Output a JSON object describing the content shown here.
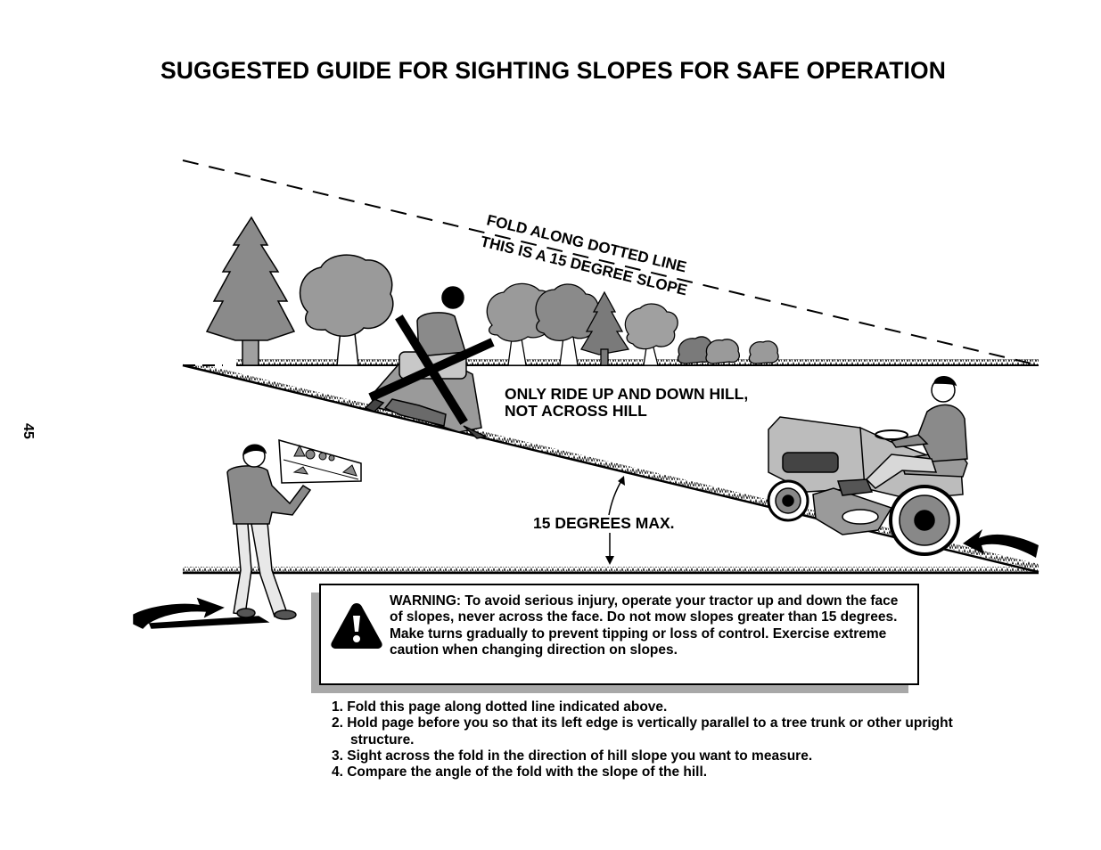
{
  "title": "SUGGESTED GUIDE FOR SIGHTING SLOPES FOR SAFE OPERATION",
  "page_number": "45",
  "diagram": {
    "fold_label": "FOLD ALONG DOTTED LINE",
    "slope_label": "THIS IS A 15 DEGREE SLOPE",
    "ride_label_line1": "ONLY RIDE UP AND DOWN HILL,",
    "ride_label_line2": "NOT ACROSS HILL",
    "angle_label": "15 DEGREES MAX.",
    "slope_angle_degrees": 15
  },
  "warning": {
    "icon": "warning-triangle-icon",
    "text": "WARNING: To avoid serious injury, operate your tractor up and down the face of slopes, never across the face. Do not mow slopes greater than 15 degrees. Make turns gradually to prevent tipping or loss of control. Exercise extreme caution when changing direction on slopes."
  },
  "instructions": [
    "1. Fold this page along dotted line indicated above.",
    "2. Hold page before you so that its left edge is vertically parallel to a tree trunk or other upright structure.",
    "3. Sight across the fold in the direction of hill slope you want to measure.",
    "4. Compare the angle of the fold with the slope of the hill."
  ],
  "colors": {
    "ink": "#000000",
    "tree_gray": "#8a8a8a",
    "light_gray": "#c8c8c8",
    "shadow_gray": "#a8a8a8"
  }
}
